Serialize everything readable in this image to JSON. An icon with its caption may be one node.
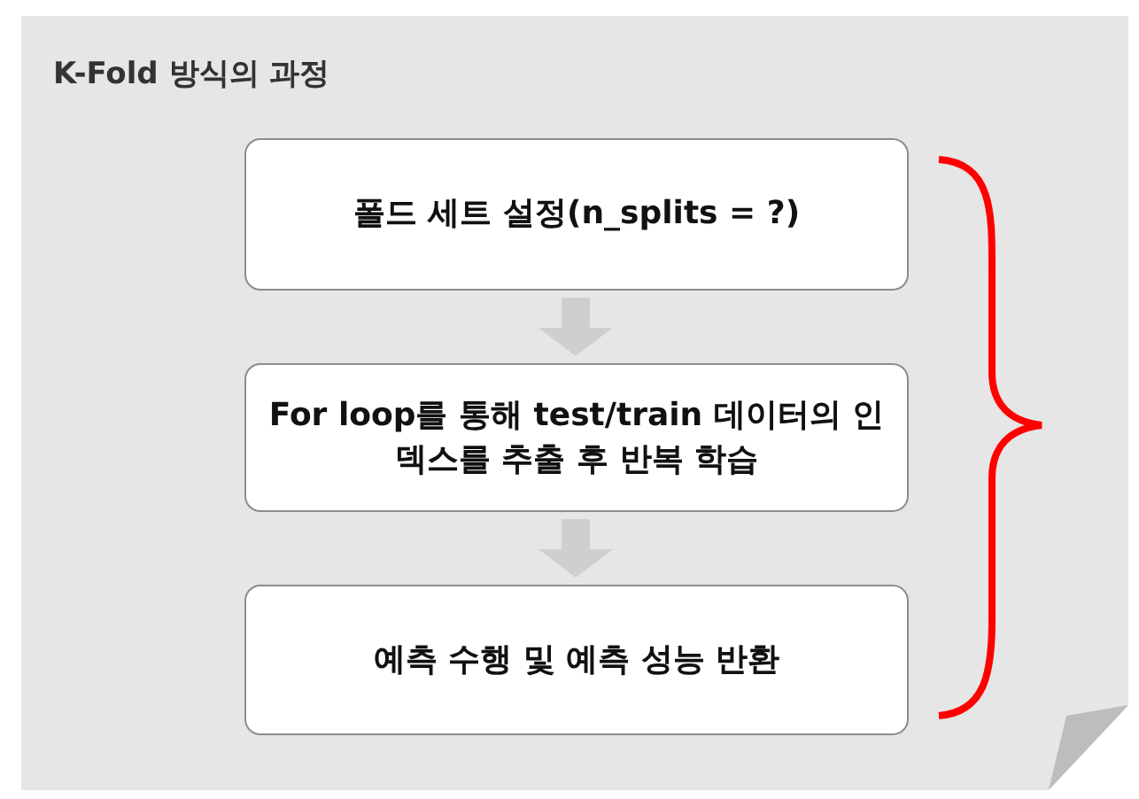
{
  "diagram": {
    "title": "K-Fold 방식의 과정",
    "nodes": [
      {
        "text": [
          "폴드 세트 설정(n_splits = ?)"
        ]
      },
      {
        "text": [
          "For loop를 통해 test/train 데이터의 인덱스를 추출 후 반복 학습"
        ]
      },
      {
        "text": [
          "예측 수행 및 예측 성능 반환"
        ]
      }
    ],
    "edges": [
      {
        "from": 0,
        "to": 1,
        "arrow": "to"
      },
      {
        "from": 1,
        "to": 2,
        "arrow": "to"
      }
    ]
  }
}
